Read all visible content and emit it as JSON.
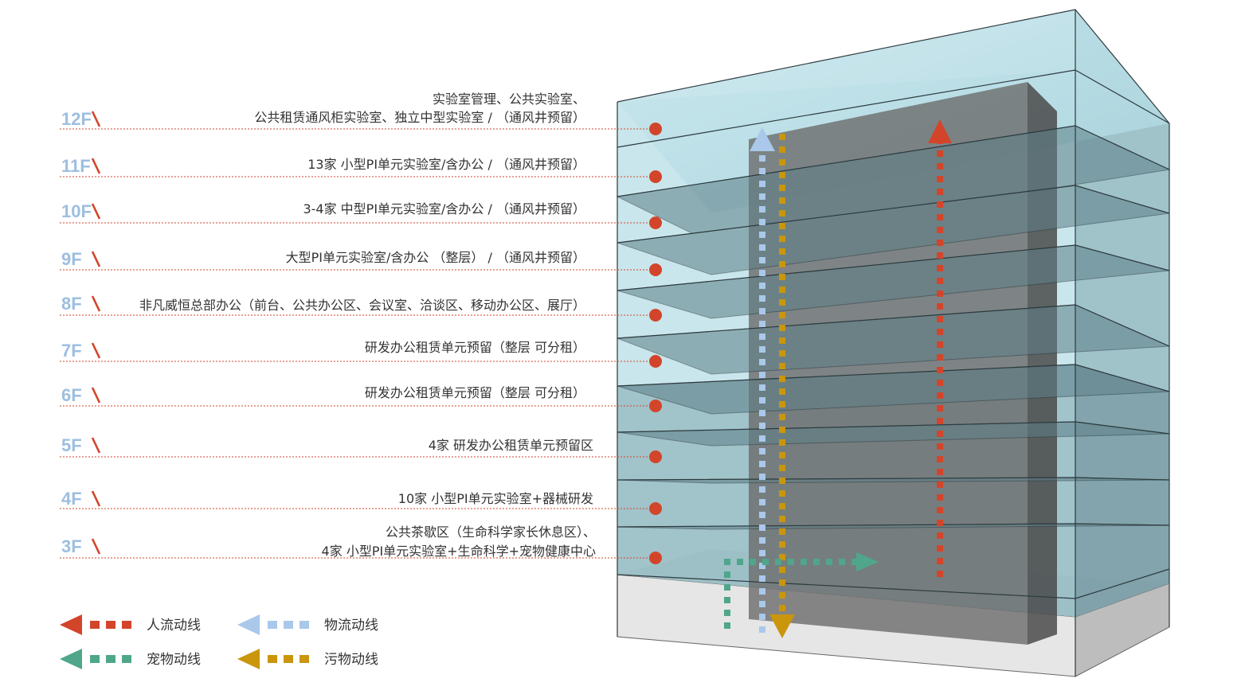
{
  "colors": {
    "floor_label": "#9dbfe0",
    "marker": "#d2452a",
    "people_flow": "#d2452a",
    "logistics_flow": "#a9c8ea",
    "pet_flow": "#4fa68a",
    "waste_flow": "#c9960c",
    "description_text": "#333333",
    "glass": "#b4dbe3",
    "core": "#6b6b6b"
  },
  "floors": [
    {
      "label": "12F",
      "lines": [
        "实验室管理、公共实验室、",
        "公共租赁通风柜实验室、独立中型实验室 / （通风井预留）"
      ]
    },
    {
      "label": "11F",
      "lines": [
        "13家 小型PI单元实验室/含办公 / （通风井预留）"
      ]
    },
    {
      "label": "10F",
      "lines": [
        "3-4家 中型PI单元实验室/含办公 / （通风井预留）"
      ]
    },
    {
      "label": "9F",
      "lines": [
        "大型PI单元实验室/含办公 （整层） / （通风井预留）"
      ]
    },
    {
      "label": "8F",
      "lines": [
        "非凡威恒总部办公（前台、公共办公区、会议室、洽谈区、移动办公区、展厅）"
      ]
    },
    {
      "label": "7F",
      "lines": [
        "研发办公租赁单元预留（整层 可分租）"
      ]
    },
    {
      "label": "6F",
      "lines": [
        "研发办公租赁单元预留（整层 可分租）"
      ]
    },
    {
      "label": "5F",
      "lines": [
        "4家 研发办公租赁单元预留区"
      ]
    },
    {
      "label": "4F",
      "lines": [
        "10家 小型PI单元实验室+器械研发"
      ]
    },
    {
      "label": "3F",
      "lines": [
        "公共茶歇区（生命科学家长休息区）、",
        "4家 小型PI单元实验室+生命科学+宠物健康中心"
      ]
    }
  ],
  "legend": [
    {
      "key": "people",
      "label": "人流动线",
      "color": "#d2452a"
    },
    {
      "key": "logistics",
      "label": "物流动线",
      "color": "#a9c8ea"
    },
    {
      "key": "pet",
      "label": "宠物动线",
      "color": "#4fa68a"
    },
    {
      "key": "waste",
      "label": "污物动线",
      "color": "#c9960c"
    }
  ]
}
